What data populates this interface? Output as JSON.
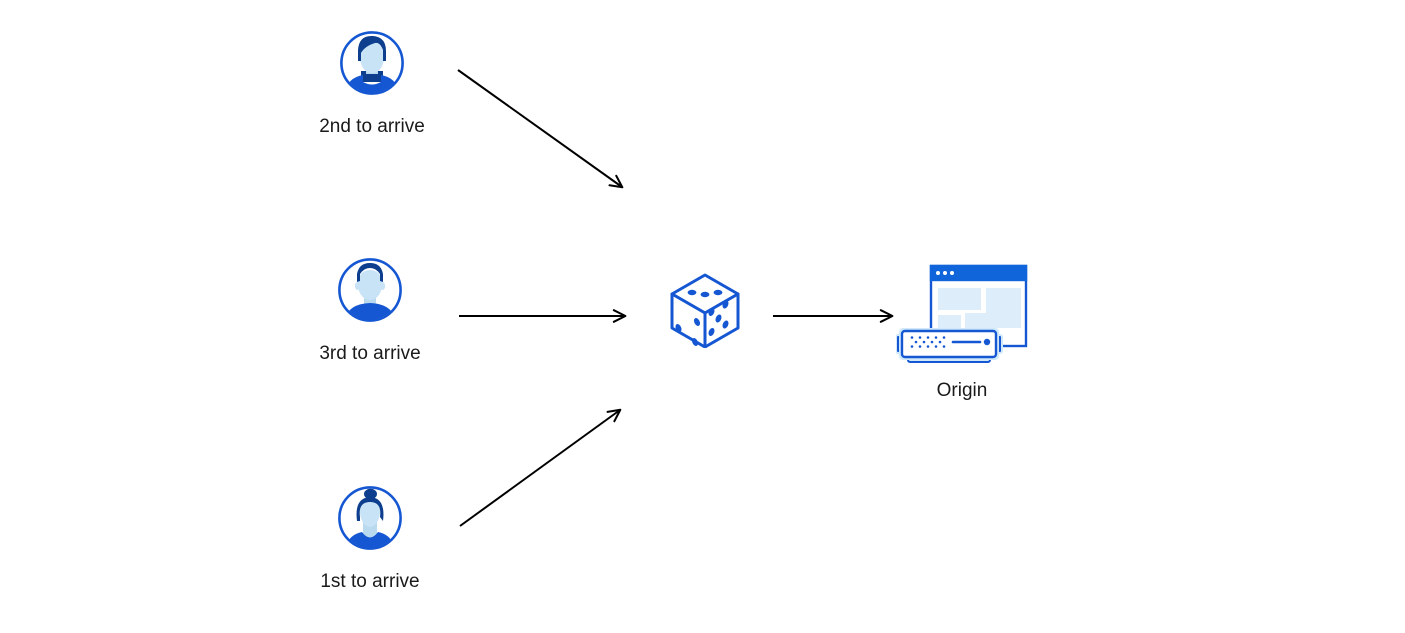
{
  "diagram": {
    "users": [
      {
        "label": "2nd to arrive",
        "icon": "avatar-man-swept-hair-icon"
      },
      {
        "label": "3rd to arrive",
        "icon": "avatar-man-short-hair-icon"
      },
      {
        "label": "1st to arrive",
        "icon": "avatar-woman-bun-icon"
      }
    ],
    "router": {
      "icon": "dice-icon"
    },
    "origin": {
      "label": "Origin",
      "icon": "origin-server-browser-icon"
    },
    "arrows": [
      {
        "from": "user-2nd-to-arrive",
        "to": "dice"
      },
      {
        "from": "user-3rd-to-arrive",
        "to": "dice"
      },
      {
        "from": "user-1st-to-arrive",
        "to": "dice"
      },
      {
        "from": "dice",
        "to": "origin"
      }
    ],
    "colors": {
      "primary_blue": "#1557d2",
      "dark_navy": "#0d3f8e",
      "skin_light_blue": "#c8e3f6",
      "panel_light_blue": "#ddeefa",
      "server_glow_blue": "#cfe9fb",
      "titlebar_blue": "#1165db",
      "arrow_black": "#000000",
      "label_text": "#1a1a1a"
    }
  }
}
